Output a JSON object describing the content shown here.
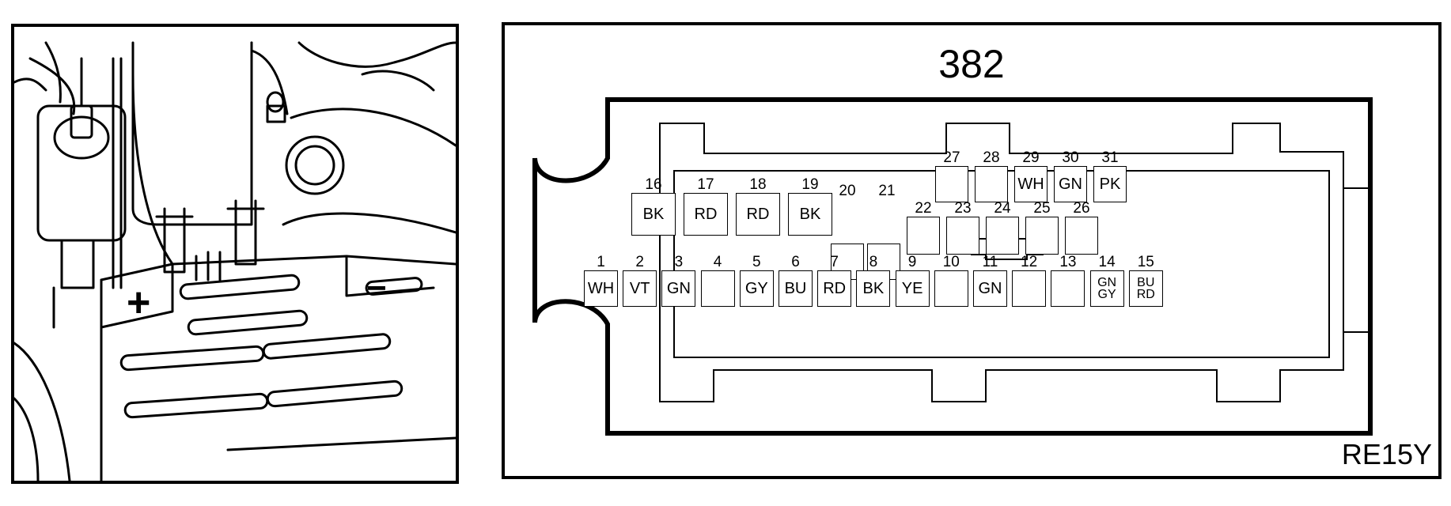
{
  "connector": {
    "number": "382",
    "reference": "RE15Y"
  },
  "rows": {
    "top": [
      {
        "pin": "27",
        "color": ""
      },
      {
        "pin": "28",
        "color": ""
      },
      {
        "pin": "29",
        "color": "WH"
      },
      {
        "pin": "30",
        "color": "GN"
      },
      {
        "pin": "31",
        "color": "PK"
      }
    ],
    "upper_left": [
      {
        "pin": "16",
        "color": "BK"
      },
      {
        "pin": "17",
        "color": "RD"
      },
      {
        "pin": "18",
        "color": "RD"
      },
      {
        "pin": "19",
        "color": "BK"
      }
    ],
    "bridge": [
      {
        "pin": "20",
        "color": ""
      },
      {
        "pin": "21",
        "color": ""
      }
    ],
    "middle": [
      {
        "pin": "22",
        "color": ""
      },
      {
        "pin": "23",
        "color": ""
      },
      {
        "pin": "24",
        "color": ""
      },
      {
        "pin": "25",
        "color": ""
      },
      {
        "pin": "26",
        "color": ""
      }
    ],
    "bottom": [
      {
        "pin": "1",
        "color": "WH"
      },
      {
        "pin": "2",
        "color": "VT"
      },
      {
        "pin": "3",
        "color": "GN"
      },
      {
        "pin": "4",
        "color": ""
      },
      {
        "pin": "5",
        "color": "GY"
      },
      {
        "pin": "6",
        "color": "BU"
      },
      {
        "pin": "7",
        "color": "RD"
      },
      {
        "pin": "8",
        "color": "BK"
      },
      {
        "pin": "9",
        "color": "YE"
      },
      {
        "pin": "10",
        "color": ""
      },
      {
        "pin": "11",
        "color": "GN"
      },
      {
        "pin": "12",
        "color": ""
      },
      {
        "pin": "13",
        "color": ""
      },
      {
        "pin": "14",
        "color": "GN\nGY"
      },
      {
        "pin": "15",
        "color": "BU\nRD"
      }
    ]
  },
  "battery": {
    "plus_symbol": "+",
    "minus_symbol": "−"
  }
}
